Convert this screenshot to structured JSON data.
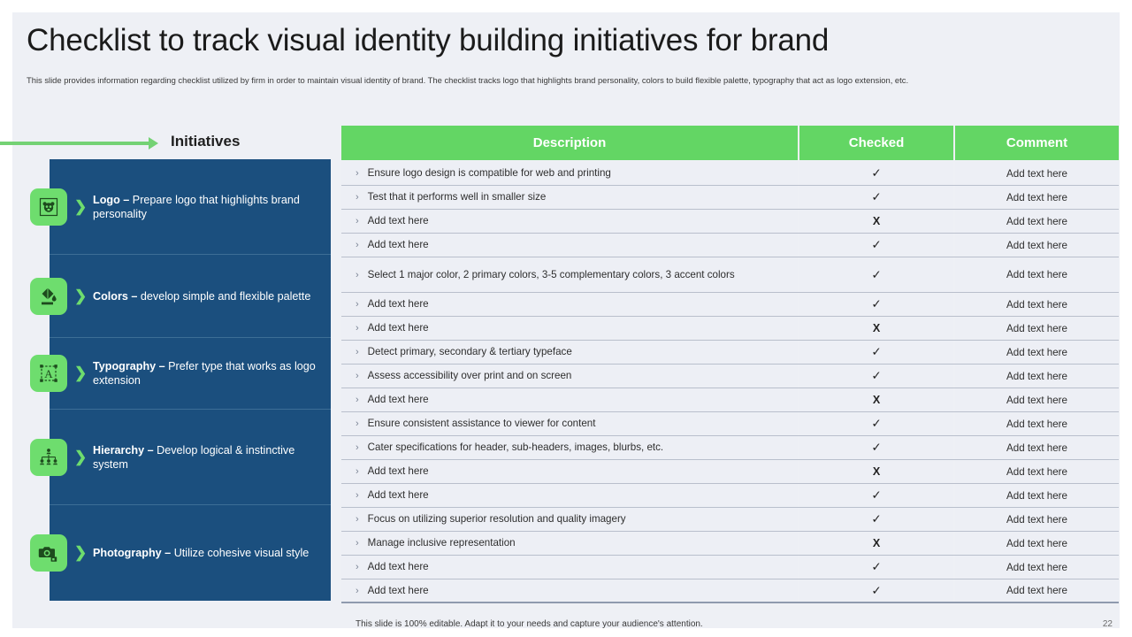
{
  "slide": {
    "title": "Checklist to track visual identity building initiatives for brand",
    "subtitle": "This slide provides information regarding checklist utilized by firm in order to maintain visual identity of brand. The checklist tracks logo that highlights brand personality, colors to build flexible palette, typography that act as logo extension, etc.",
    "footer_note": "This slide is 100% editable. Adapt it to your needs and capture your audience's attention.",
    "page_number": "22"
  },
  "colors": {
    "accent_green": "#63d664",
    "icon_green": "#6edd6e",
    "panel_blue": "#1b4f7e",
    "slide_bg": "#eef0f5",
    "row_bg": "#edeff5"
  },
  "initiatives": {
    "heading": "Initiatives",
    "items": [
      {
        "icon": "panda-logo-icon",
        "title": "Logo",
        "dash": "–",
        "desc": "Prepare logo that highlights brand personality",
        "rows": 4
      },
      {
        "icon": "paint-bucket-icon",
        "title": "Colors",
        "dash": "–",
        "desc": "develop simple and flexible palette",
        "rows": 3
      },
      {
        "icon": "typography-icon",
        "title": "Typography",
        "dash": "–",
        "desc": "Prefer type that works as logo extension",
        "rows": 3
      },
      {
        "icon": "hierarchy-tree-icon",
        "title": "Hierarchy",
        "dash": "–",
        "desc": "Develop logical & instinctive system",
        "rows": 4
      },
      {
        "icon": "camera-icon",
        "title": "Photography",
        "dash": "–",
        "desc": "Utilize cohesive visual style",
        "rows": 4
      }
    ]
  },
  "table": {
    "columns": [
      "Description",
      "Checked",
      "Comment"
    ],
    "checked_symbols": {
      "yes": "✓",
      "no": "X"
    },
    "rows": [
      {
        "description": "Ensure logo design is compatible for web and printing",
        "checked": "✓",
        "comment": "Add text here",
        "tall": false
      },
      {
        "description": "Test that it performs well in smaller size",
        "checked": "✓",
        "comment": "Add text here",
        "tall": false
      },
      {
        "description": "Add text here",
        "checked": "X",
        "comment": "Add text here",
        "tall": false
      },
      {
        "description": "Add text here",
        "checked": "✓",
        "comment": "Add text here",
        "tall": false
      },
      {
        "description": "Select 1 major color, 2 primary colors, 3-5 complementary colors, 3 accent colors",
        "checked": "✓",
        "comment": "Add text here",
        "tall": true
      },
      {
        "description": "Add text here",
        "checked": "✓",
        "comment": "Add text here",
        "tall": false
      },
      {
        "description": "Add text here",
        "checked": "X",
        "comment": "Add text here",
        "tall": false
      },
      {
        "description": "Detect primary, secondary & tertiary typeface",
        "checked": "✓",
        "comment": "Add text here",
        "tall": false
      },
      {
        "description": "Assess accessibility over print and on screen",
        "checked": "✓",
        "comment": "Add text here",
        "tall": false
      },
      {
        "description": "Add text here",
        "checked": "X",
        "comment": "Add text here",
        "tall": false
      },
      {
        "description": "Ensure consistent assistance to viewer for content",
        "checked": "✓",
        "comment": "Add text here",
        "tall": false
      },
      {
        "description": "Cater specifications for header, sub-headers, images, blurbs, etc.",
        "checked": "✓",
        "comment": "Add text here",
        "tall": false
      },
      {
        "description": "Add text here",
        "checked": "X",
        "comment": "Add text here",
        "tall": false
      },
      {
        "description": "Add text here",
        "checked": "✓",
        "comment": "Add text here",
        "tall": false
      },
      {
        "description": "Focus on utilizing superior resolution and quality imagery",
        "checked": "✓",
        "comment": "Add text here",
        "tall": false
      },
      {
        "description": "Manage inclusive representation",
        "checked": "X",
        "comment": "Add text here",
        "tall": false
      },
      {
        "description": "Add text here",
        "checked": "✓",
        "comment": "Add text here",
        "tall": false
      },
      {
        "description": "Add text here",
        "checked": "✓",
        "comment": "Add text here",
        "tall": false
      }
    ]
  }
}
